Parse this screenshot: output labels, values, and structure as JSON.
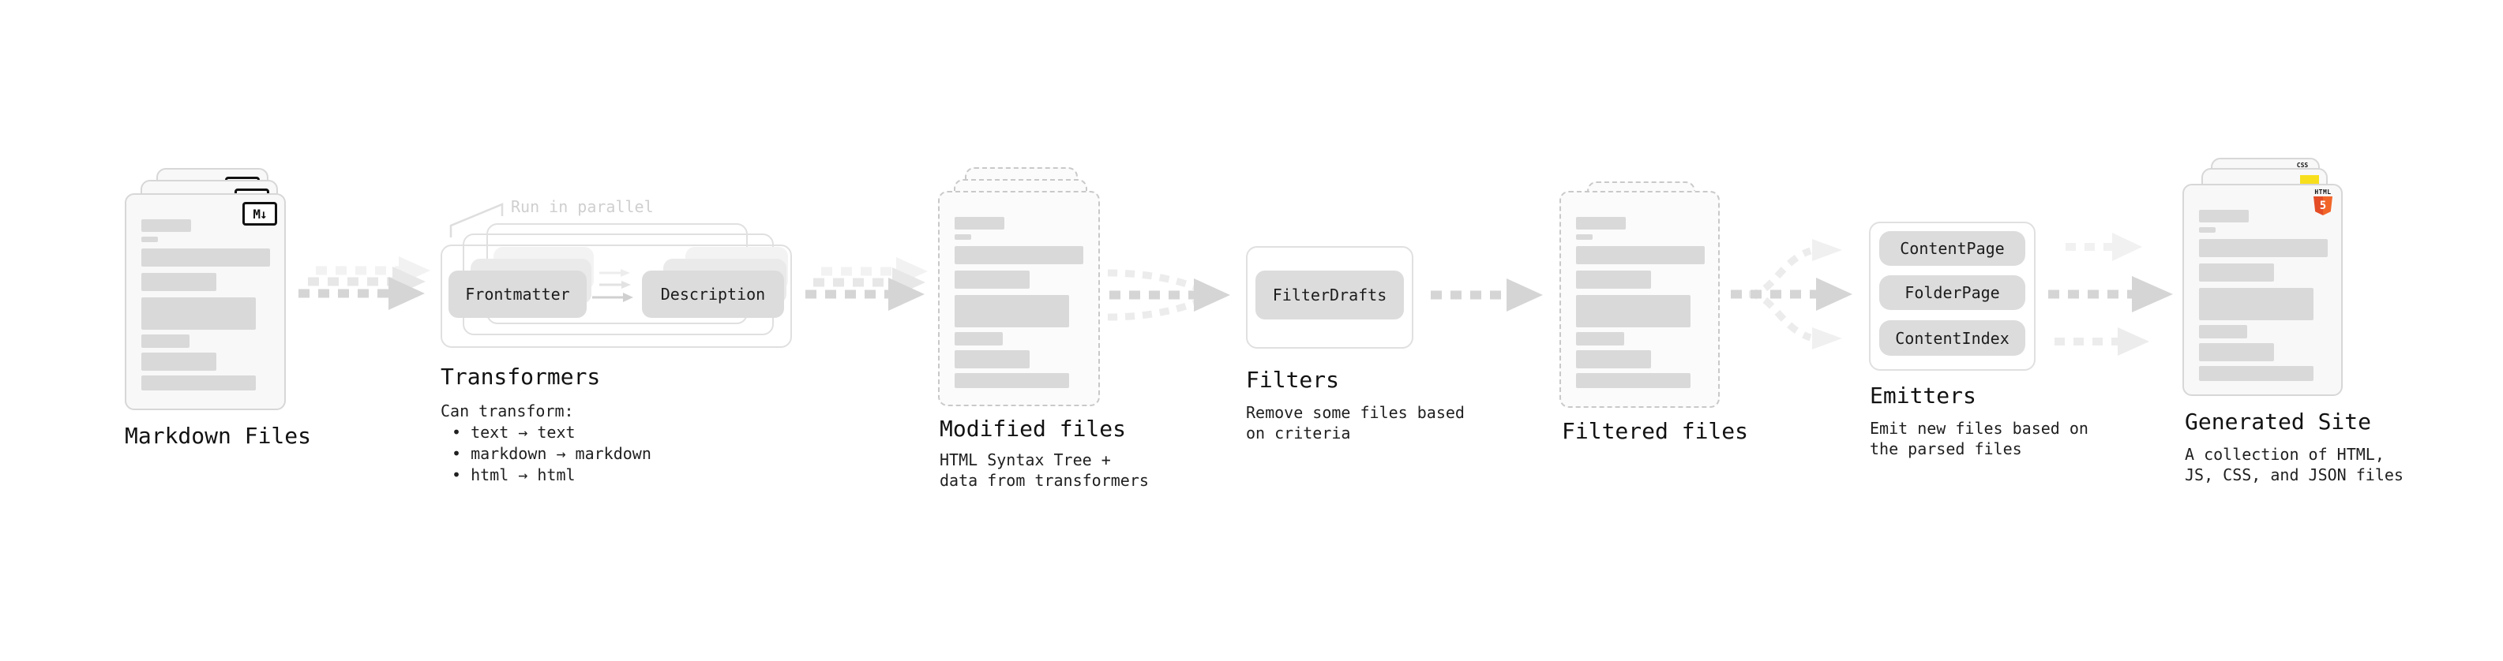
{
  "stages": [
    {
      "id": "markdown-files",
      "title": "Markdown Files",
      "badge_label": "M↓"
    },
    {
      "id": "transformers",
      "title": "Transformers",
      "callout": "Run in parallel",
      "pills": [
        "Frontmatter",
        "Description"
      ],
      "desc": [
        "Can transform:",
        "• text → text",
        "• markdown → markdown",
        "• html → html"
      ]
    },
    {
      "id": "modified-files",
      "title": "Modified files",
      "desc": [
        "HTML Syntax Tree +",
        "data from transformers"
      ]
    },
    {
      "id": "filters",
      "title": "Filters",
      "pills": [
        "FilterDrafts"
      ],
      "desc": [
        "Remove some files based",
        "on criteria"
      ]
    },
    {
      "id": "filtered-files",
      "title": "Filtered files"
    },
    {
      "id": "emitters",
      "title": "Emitters",
      "pills": [
        "ContentPage",
        "FolderPage",
        "ContentIndex"
      ],
      "desc": [
        "Emit new files based on",
        "the parsed files"
      ]
    },
    {
      "id": "generated-site",
      "title": "Generated Site",
      "desc": [
        "A collection of HTML,",
        "JS, CSS, and JSON files"
      ],
      "file_badges": {
        "css_label": "CSS",
        "html_label": "HTML",
        "html_number": "5"
      }
    }
  ],
  "colors": {
    "html5_shield": "#e44d26",
    "html5_shield_light": "#f16529",
    "js_badge_yellow": "#f7df1e",
    "css_underline_blue": "#2962f2",
    "arrow_main": "#d5d5d5",
    "arrow_faint": "#ececec",
    "placeholder_bar": "#d9d9d9"
  }
}
